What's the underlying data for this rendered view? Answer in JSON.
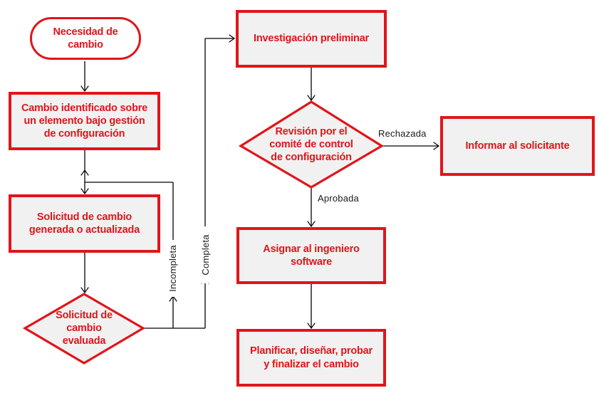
{
  "diagram": {
    "type": "flowchart",
    "language": "es",
    "colors": {
      "node_border": "#e0151a",
      "node_text": "#e0151a",
      "process_fill": "#f1f1f1",
      "terminator_fill": "#ffffff",
      "connector": "#000000",
      "edge_label_text": "#1a1a1a",
      "background": "#ffffff"
    },
    "nodes": {
      "necesidad": {
        "type": "terminator",
        "label": "Necesidad de\ncambio"
      },
      "cambio_identificado": {
        "type": "process",
        "label": "Cambio identificado sobre\nun elemento bajo gestión\nde configuración"
      },
      "solicitud_generada": {
        "type": "process",
        "label": "Solicitud de cambio\ngenerada o actualizada"
      },
      "solicitud_evaluada": {
        "type": "decision",
        "label": "Solicitud de\ncambio\nevaluada"
      },
      "investigacion": {
        "type": "process",
        "label": "Investigación preliminar"
      },
      "revision_comite": {
        "type": "decision",
        "label": "Revisión por el\ncomité de control\nde configuración"
      },
      "informar": {
        "type": "process",
        "label": "Informar al solicitante"
      },
      "asignar": {
        "type": "process",
        "label": "Asignar al ingeniero\nsoftware"
      },
      "planificar": {
        "type": "process",
        "label": "Planificar, diseñar, probar\ny finalizar el cambio"
      }
    },
    "edge_labels": {
      "incompleta": "Incompleta",
      "completa": "Completa",
      "rechazada": "Rechazada",
      "aprobada": "Aprobada"
    },
    "edges": [
      {
        "from": "necesidad",
        "to": "cambio_identificado"
      },
      {
        "from": "cambio_identificado",
        "to": "solicitud_generada"
      },
      {
        "from": "solicitud_generada",
        "to": "solicitud_evaluada"
      },
      {
        "from": "solicitud_evaluada",
        "to": "solicitud_generada",
        "label": "Incompleta"
      },
      {
        "from": "solicitud_evaluada",
        "to": "investigacion",
        "label": "Completa"
      },
      {
        "from": "investigacion",
        "to": "revision_comite"
      },
      {
        "from": "revision_comite",
        "to": "informar",
        "label": "Rechazada"
      },
      {
        "from": "revision_comite",
        "to": "asignar",
        "label": "Aprobada"
      },
      {
        "from": "asignar",
        "to": "planificar"
      }
    ]
  }
}
